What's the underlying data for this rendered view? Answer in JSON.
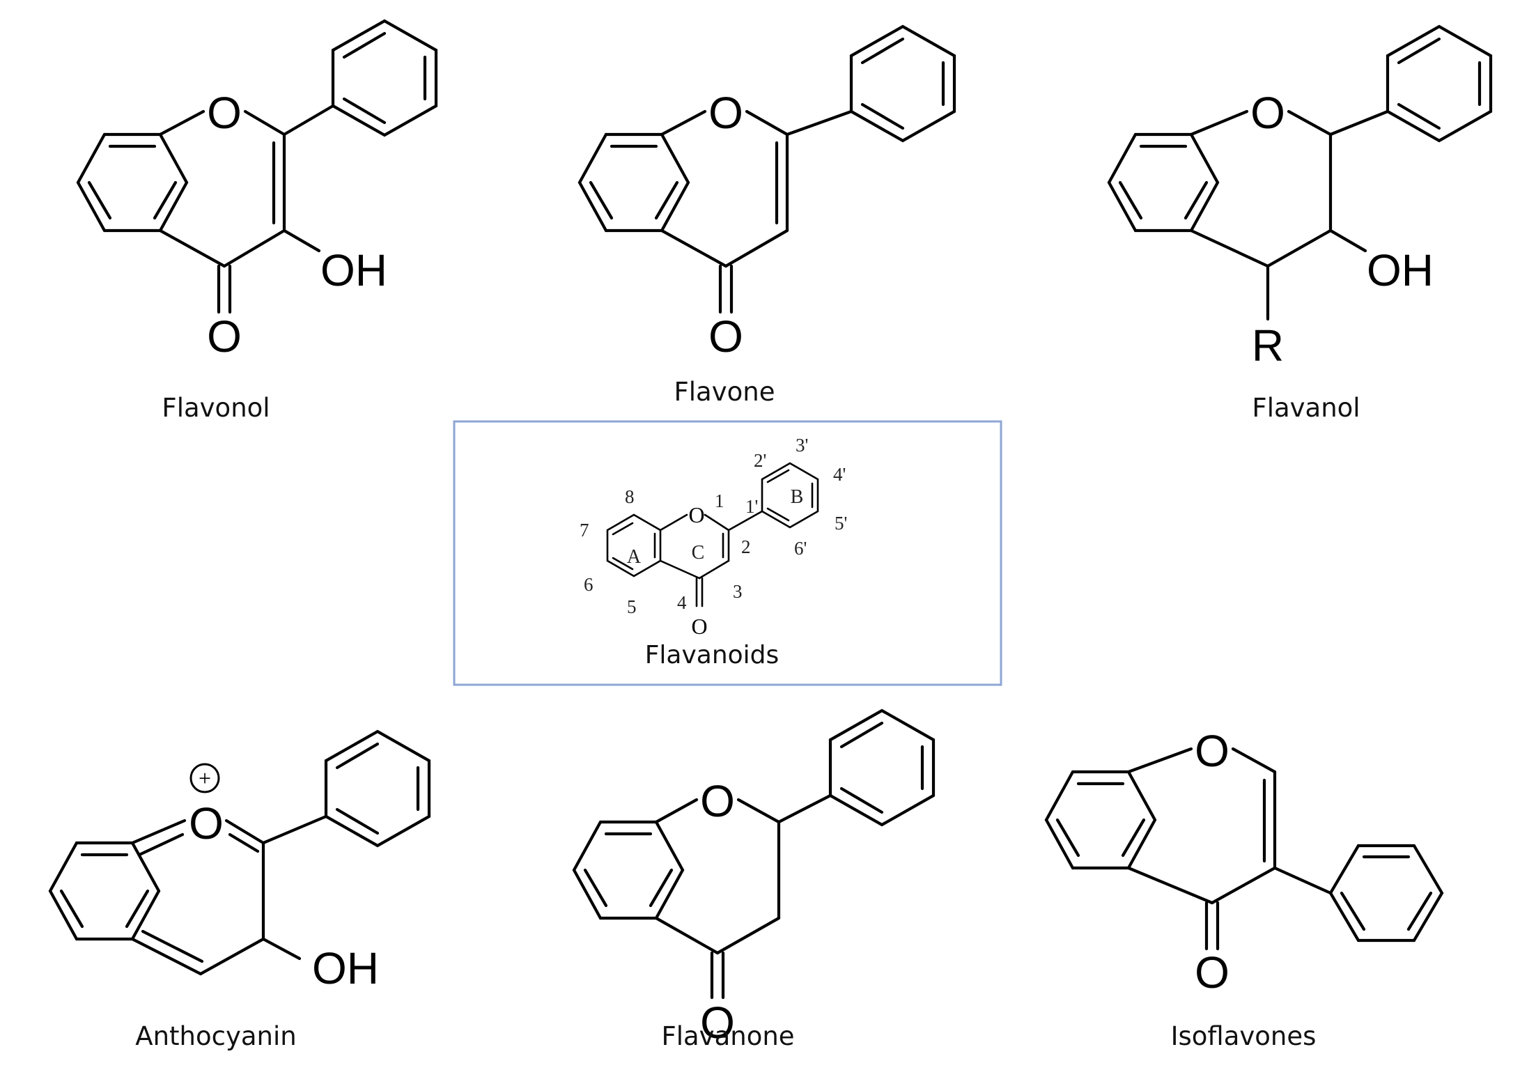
{
  "labels": {
    "flavonol": "Flavonol",
    "flavone": "Flavone",
    "flavanol": "Flavanol",
    "flavanoids": "Flavanoids",
    "anthocyanin": "Anthocyanin",
    "flavanone": "Flavanone",
    "isoflavones": "Isoflavones"
  },
  "atoms": {
    "oxygen": "O",
    "hydroxyl": "OH",
    "r_group": "R",
    "positive_charge": "+"
  },
  "numbering": {
    "p1": "1",
    "p2": "2",
    "p3": "3",
    "p4": "4",
    "p5": "5",
    "p6": "6",
    "p7": "7",
    "p8": "8",
    "p1p": "1'",
    "p2p": "2'",
    "p3p": "3'",
    "p4p": "4'",
    "p5p": "5'",
    "p6p": "6'"
  },
  "rings": {
    "a": "A",
    "b": "B",
    "c": "C"
  },
  "colors": {
    "frame": "#8ea6d4",
    "ink": "#000000"
  }
}
